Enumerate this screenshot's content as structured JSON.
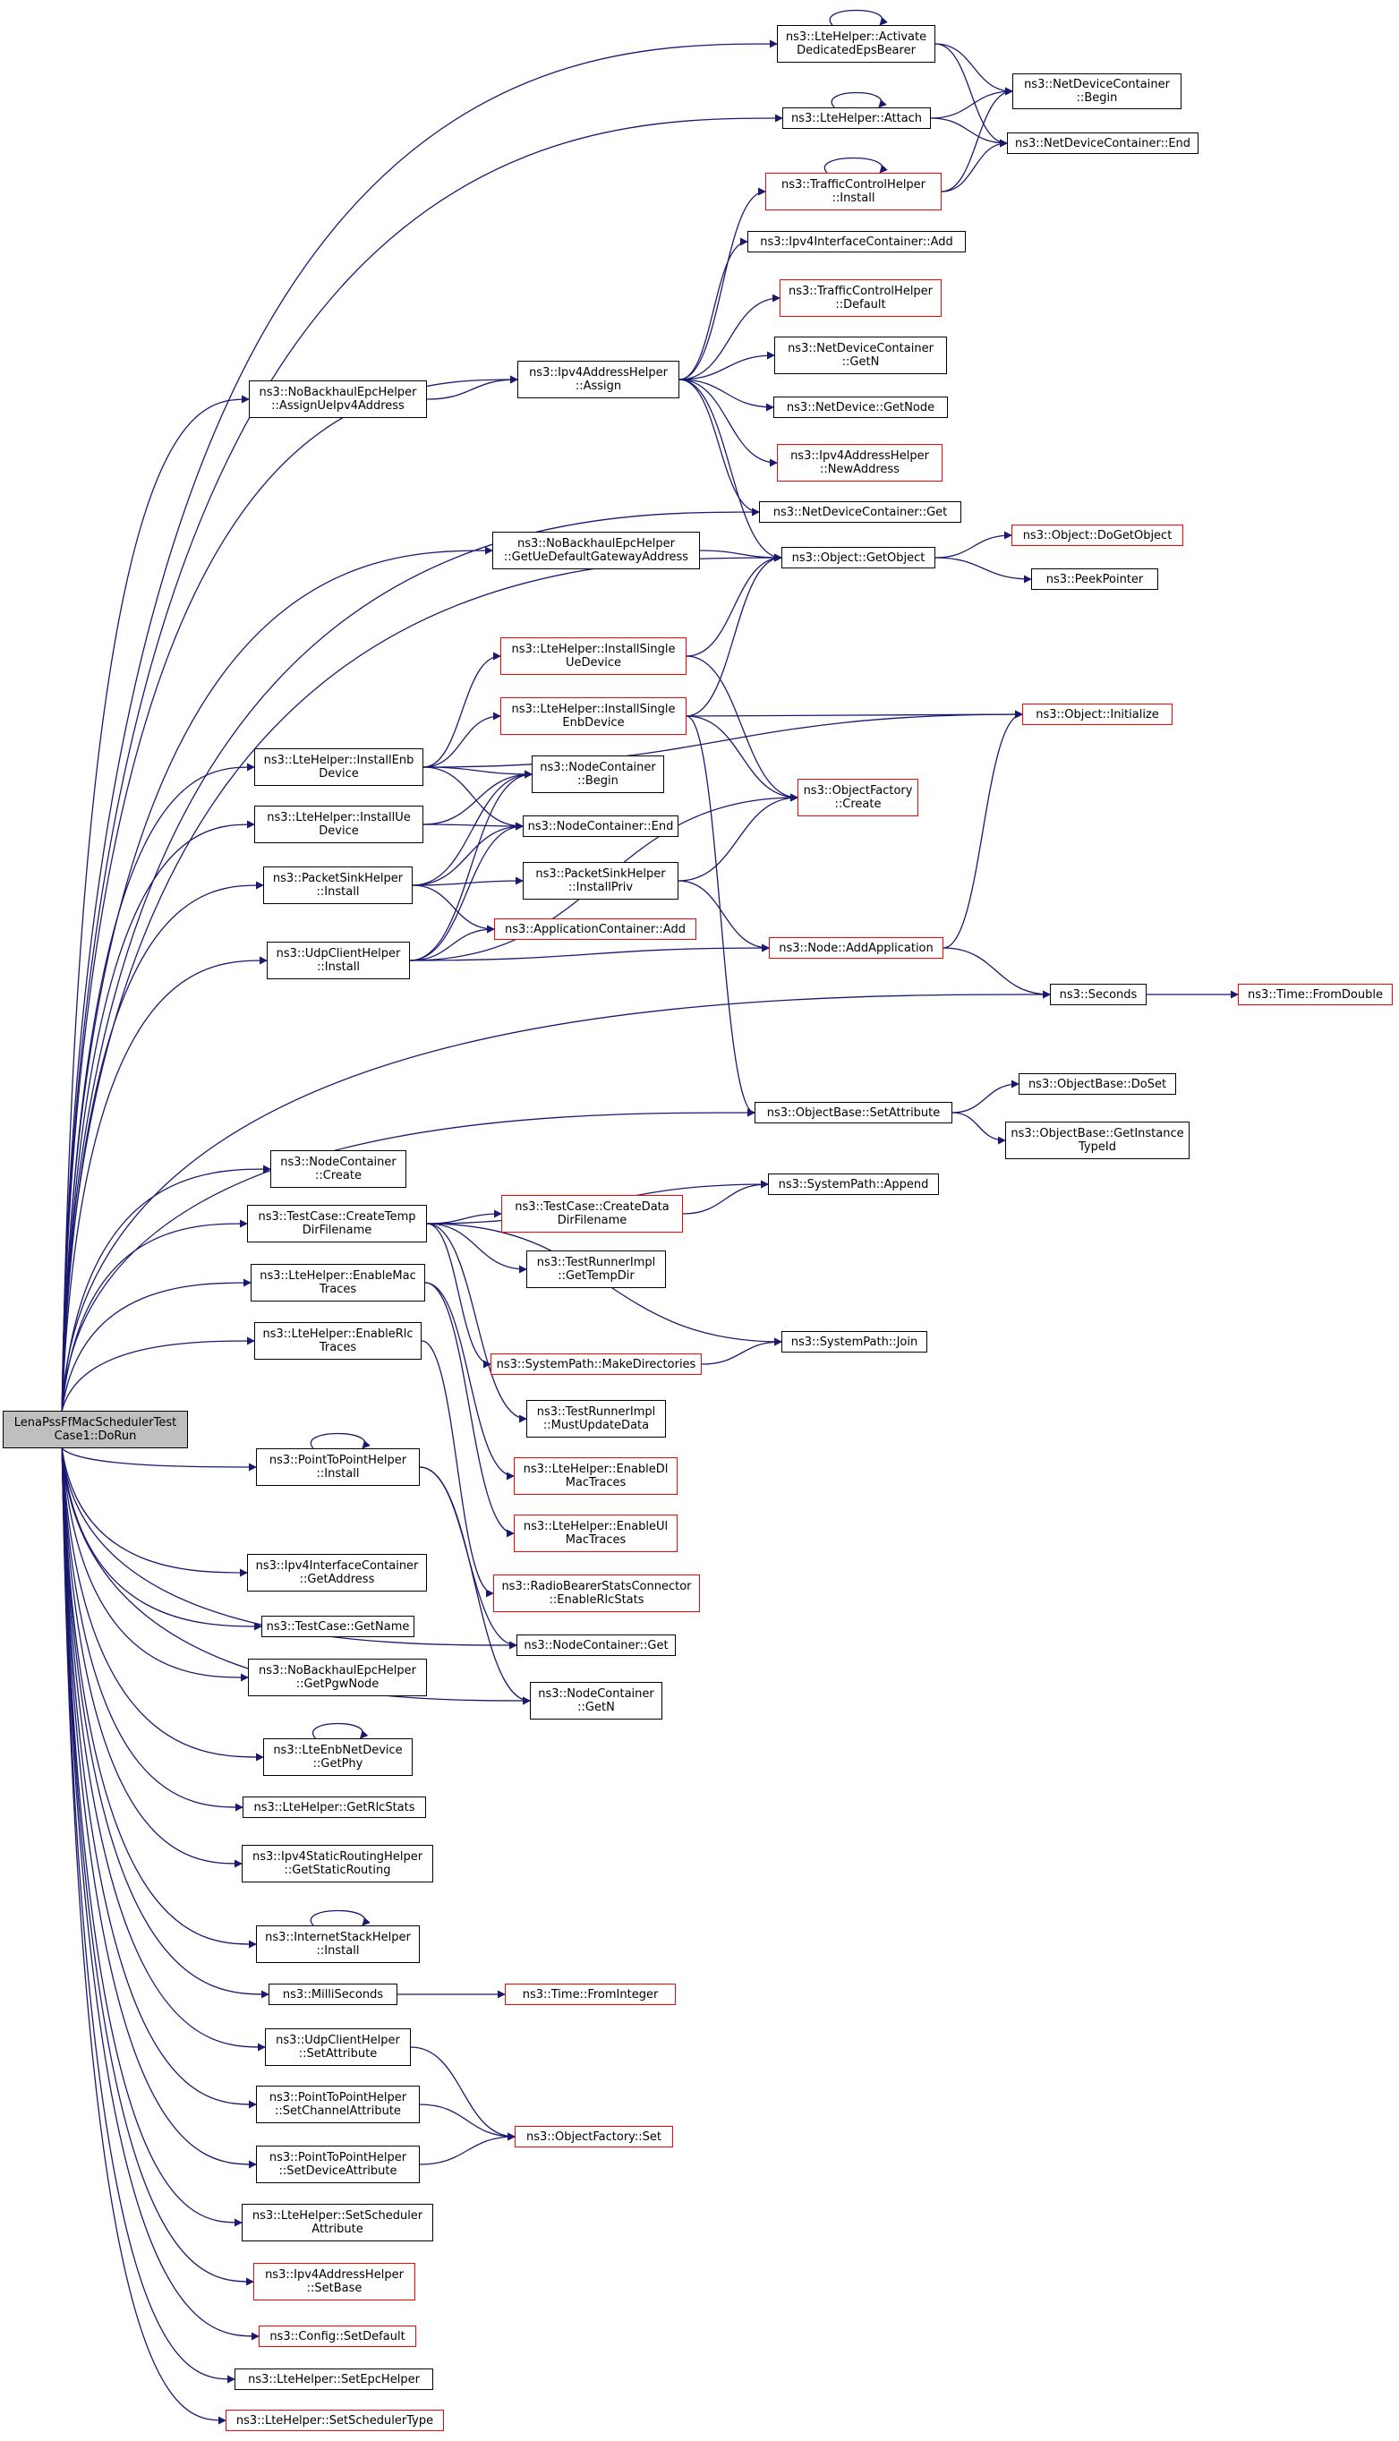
{
  "colors": {
    "edge": "#191970",
    "border": "#000000",
    "border_incomplete": "#ff0000",
    "root_fill": "#bfbfbf",
    "fill": "#ffffff"
  },
  "root": {
    "lines": [
      "LenaPssFfMacSchedulerTest",
      "Case1::DoRun"
    ]
  },
  "nodes": {
    "activate": {
      "lines": [
        "ns3::LteHelper::Activate",
        "DedicatedEpsBearer"
      ],
      "incomplete": false
    },
    "ndc_begin": {
      "lines": [
        "ns3::NetDeviceContainer",
        "::Begin"
      ],
      "incomplete": false
    },
    "lte_attach": {
      "lines": [
        "ns3::LteHelper::Attach"
      ],
      "incomplete": false
    },
    "ndc_end": {
      "lines": [
        "ns3::NetDeviceContainer::End"
      ],
      "incomplete": false
    },
    "tch_install": {
      "lines": [
        "ns3::TrafficControlHelper",
        "::Install"
      ],
      "incomplete": true
    },
    "ipv4ic_add": {
      "lines": [
        "ns3::Ipv4InterfaceContainer::Add"
      ],
      "incomplete": false
    },
    "tch_default": {
      "lines": [
        "ns3::TrafficControlHelper",
        "::Default"
      ],
      "incomplete": true
    },
    "ndc_getn": {
      "lines": [
        "ns3::NetDeviceContainer",
        "::GetN"
      ],
      "incomplete": false
    },
    "nobh_assign": {
      "lines": [
        "ns3::NoBackhaulEpcHelper",
        "::AssignUeIpv4Address"
      ],
      "incomplete": false
    },
    "ipv4ah_assign": {
      "lines": [
        "ns3::Ipv4AddressHelper",
        "::Assign"
      ],
      "incomplete": false
    },
    "nd_getnode": {
      "lines": [
        "ns3::NetDevice::GetNode"
      ],
      "incomplete": false
    },
    "ipv4ah_newaddr": {
      "lines": [
        "ns3::Ipv4AddressHelper",
        "::NewAddress"
      ],
      "incomplete": true
    },
    "ndc_get": {
      "lines": [
        "ns3::NetDeviceContainer::Get"
      ],
      "incomplete": false
    },
    "nobh_gateway": {
      "lines": [
        "ns3::NoBackhaulEpcHelper",
        "::GetUeDefaultGatewayAddress"
      ],
      "incomplete": false
    },
    "obj_getobject": {
      "lines": [
        "ns3::Object::GetObject"
      ],
      "incomplete": false
    },
    "obj_dogetobject": {
      "lines": [
        "ns3::Object::DoGetObject"
      ],
      "incomplete": true
    },
    "peekpointer": {
      "lines": [
        "ns3::PeekPointer"
      ],
      "incomplete": false
    },
    "lte_install_single_ue": {
      "lines": [
        "ns3::LteHelper::InstallSingle",
        "UeDevice"
      ],
      "incomplete": true
    },
    "lte_install_single_enb": {
      "lines": [
        "ns3::LteHelper::InstallSingle",
        "EnbDevice"
      ],
      "incomplete": true
    },
    "obj_initialize": {
      "lines": [
        "ns3::Object::Initialize"
      ],
      "incomplete": true
    },
    "lte_install_enb": {
      "lines": [
        "ns3::LteHelper::InstallEnb",
        "Device"
      ],
      "incomplete": false
    },
    "nc_begin": {
      "lines": [
        "ns3::NodeContainer",
        "::Begin"
      ],
      "incomplete": false
    },
    "objfactory_create": {
      "lines": [
        "ns3::ObjectFactory",
        "::Create"
      ],
      "incomplete": true
    },
    "lte_install_ue": {
      "lines": [
        "ns3::LteHelper::InstallUe",
        "Device"
      ],
      "incomplete": false
    },
    "nc_end": {
      "lines": [
        "ns3::NodeContainer::End"
      ],
      "incomplete": false
    },
    "psh_install": {
      "lines": [
        "ns3::PacketSinkHelper",
        "::Install"
      ],
      "incomplete": false
    },
    "psh_installpriv": {
      "lines": [
        "ns3::PacketSinkHelper",
        "::InstallPriv"
      ],
      "incomplete": false
    },
    "appc_add": {
      "lines": [
        "ns3::ApplicationContainer::Add"
      ],
      "incomplete": true
    },
    "node_addapp": {
      "lines": [
        "ns3::Node::AddApplication"
      ],
      "incomplete": true
    },
    "uch_install": {
      "lines": [
        "ns3::UdpClientHelper",
        "::Install"
      ],
      "incomplete": false
    },
    "seconds": {
      "lines": [
        "ns3::Seconds"
      ],
      "incomplete": false
    },
    "time_fromdouble": {
      "lines": [
        "ns3::Time::FromDouble"
      ],
      "incomplete": true
    },
    "objbase_doset": {
      "lines": [
        "ns3::ObjectBase::DoSet"
      ],
      "incomplete": false
    },
    "objbase_setattr": {
      "lines": [
        "ns3::ObjectBase::SetAttribute"
      ],
      "incomplete": false
    },
    "objbase_getinst": {
      "lines": [
        "ns3::ObjectBase::GetInstance",
        "TypeId"
      ],
      "incomplete": false
    },
    "nc_create": {
      "lines": [
        "ns3::NodeContainer",
        "::Create"
      ],
      "incomplete": false
    },
    "tc_createtemp": {
      "lines": [
        "ns3::TestCase::CreateTemp",
        "DirFilename"
      ],
      "incomplete": false
    },
    "sp_append": {
      "lines": [
        "ns3::SystemPath::Append"
      ],
      "incomplete": false
    },
    "tc_createdata": {
      "lines": [
        "ns3::TestCase::CreateData",
        "DirFilename"
      ],
      "incomplete": true
    },
    "lte_enablemac": {
      "lines": [
        "ns3::LteHelper::EnableMac",
        "Traces"
      ],
      "incomplete": false
    },
    "tri_gettempdir": {
      "lines": [
        "ns3::TestRunnerImpl",
        "::GetTempDir"
      ],
      "incomplete": false
    },
    "lte_enablerlc": {
      "lines": [
        "ns3::LteHelper::EnableRlc",
        "Traces"
      ],
      "incomplete": false
    },
    "sp_join": {
      "lines": [
        "ns3::SystemPath::Join"
      ],
      "incomplete": false
    },
    "sp_makedirs": {
      "lines": [
        "ns3::SystemPath::MakeDirectories"
      ],
      "incomplete": true
    },
    "tri_mustupdate": {
      "lines": [
        "ns3::TestRunnerImpl",
        "::MustUpdateData"
      ],
      "incomplete": false
    },
    "p2p_install": {
      "lines": [
        "ns3::PointToPointHelper",
        "::Install"
      ],
      "incomplete": false
    },
    "lte_enabledl": {
      "lines": [
        "ns3::LteHelper::EnableDl",
        "MacTraces"
      ],
      "incomplete": true
    },
    "lte_enableul": {
      "lines": [
        "ns3::LteHelper::EnableUl",
        "MacTraces"
      ],
      "incomplete": true
    },
    "ipv4ic_getaddr": {
      "lines": [
        "ns3::Ipv4InterfaceContainer",
        "::GetAddress"
      ],
      "incomplete": false
    },
    "rbsc_enablerlc": {
      "lines": [
        "ns3::RadioBearerStatsConnector",
        "::EnableRlcStats"
      ],
      "incomplete": true
    },
    "tc_getname": {
      "lines": [
        "ns3::TestCase::GetName"
      ],
      "incomplete": false
    },
    "nc_get": {
      "lines": [
        "ns3::NodeContainer::Get"
      ],
      "incomplete": false
    },
    "nobh_getpgw": {
      "lines": [
        "ns3::NoBackhaulEpcHelper",
        "::GetPgwNode"
      ],
      "incomplete": false
    },
    "nc_getn": {
      "lines": [
        "ns3::NodeContainer",
        "::GetN"
      ],
      "incomplete": false
    },
    "enb_getphy": {
      "lines": [
        "ns3::LteEnbNetDevice",
        "::GetPhy"
      ],
      "incomplete": false
    },
    "lte_getrlcstats": {
      "lines": [
        "ns3::LteHelper::GetRlcStats"
      ],
      "incomplete": false
    },
    "ipv4srh_getstatic": {
      "lines": [
        "ns3::Ipv4StaticRoutingHelper",
        "::GetStaticRouting"
      ],
      "incomplete": false
    },
    "ish_install": {
      "lines": [
        "ns3::InternetStackHelper",
        "::Install"
      ],
      "incomplete": false
    },
    "milliseconds": {
      "lines": [
        "ns3::MilliSeconds"
      ],
      "incomplete": false
    },
    "time_frominteger": {
      "lines": [
        "ns3::Time::FromInteger"
      ],
      "incomplete": true
    },
    "uch_setattr": {
      "lines": [
        "ns3::UdpClientHelper",
        "::SetAttribute"
      ],
      "incomplete": false
    },
    "p2p_setchannel": {
      "lines": [
        "ns3::PointToPointHelper",
        "::SetChannelAttribute"
      ],
      "incomplete": false
    },
    "objfactory_set": {
      "lines": [
        "ns3::ObjectFactory::Set"
      ],
      "incomplete": true
    },
    "p2p_setdevice": {
      "lines": [
        "ns3::PointToPointHelper",
        "::SetDeviceAttribute"
      ],
      "incomplete": false
    },
    "lte_setsched_attr": {
      "lines": [
        "ns3::LteHelper::SetScheduler",
        "Attribute"
      ],
      "incomplete": false
    },
    "ipv4ah_setbase": {
      "lines": [
        "ns3::Ipv4AddressHelper",
        "::SetBase"
      ],
      "incomplete": true
    },
    "config_setdefault": {
      "lines": [
        "ns3::Config::SetDefault"
      ],
      "incomplete": true
    },
    "lte_setepc": {
      "lines": [
        "ns3::LteHelper::SetEpcHelper"
      ],
      "incomplete": false
    },
    "lte_setsched_type": {
      "lines": [
        "ns3::LteHelper::SetSchedulerType"
      ],
      "incomplete": true
    }
  },
  "edges": [
    [
      "root",
      "activate"
    ],
    [
      "root",
      "lte_attach"
    ],
    [
      "root",
      "nobh_assign"
    ],
    [
      "root",
      "ndc_get"
    ],
    [
      "root",
      "nobh_gateway"
    ],
    [
      "root",
      "obj_getobject"
    ],
    [
      "root",
      "lte_install_enb"
    ],
    [
      "root",
      "lte_install_ue"
    ],
    [
      "root",
      "psh_install"
    ],
    [
      "root",
      "uch_install"
    ],
    [
      "root",
      "seconds"
    ],
    [
      "root",
      "objbase_setattr"
    ],
    [
      "root",
      "nc_create"
    ],
    [
      "root",
      "tc_createtemp"
    ],
    [
      "root",
      "lte_enablemac"
    ],
    [
      "root",
      "lte_enablerlc"
    ],
    [
      "root",
      "p2p_install"
    ],
    [
      "root",
      "ipv4ic_getaddr"
    ],
    [
      "root",
      "tc_getname"
    ],
    [
      "root",
      "nc_get"
    ],
    [
      "root",
      "nobh_getpgw"
    ],
    [
      "root",
      "nc_getn"
    ],
    [
      "root",
      "enb_getphy"
    ],
    [
      "root",
      "lte_getrlcstats"
    ],
    [
      "root",
      "ipv4srh_getstatic"
    ],
    [
      "root",
      "ish_install"
    ],
    [
      "root",
      "milliseconds"
    ],
    [
      "root",
      "uch_setattr"
    ],
    [
      "root",
      "p2p_setchannel"
    ],
    [
      "root",
      "p2p_setdevice"
    ],
    [
      "root",
      "lte_setsched_attr"
    ],
    [
      "root",
      "ipv4ah_setbase"
    ],
    [
      "root",
      "config_setdefault"
    ],
    [
      "root",
      "lte_setepc"
    ],
    [
      "root",
      "lte_setsched_type"
    ],
    [
      "root",
      "ipv4ah_assign"
    ],
    [
      "activate",
      "activate"
    ],
    [
      "activate",
      "ndc_begin"
    ],
    [
      "activate",
      "ndc_end"
    ],
    [
      "lte_attach",
      "lte_attach"
    ],
    [
      "lte_attach",
      "ndc_begin"
    ],
    [
      "lte_attach",
      "ndc_end"
    ],
    [
      "tch_install",
      "tch_install"
    ],
    [
      "tch_install",
      "ndc_begin"
    ],
    [
      "tch_install",
      "ndc_end"
    ],
    [
      "ipv4ah_assign",
      "tch_install"
    ],
    [
      "ipv4ah_assign",
      "ipv4ic_add"
    ],
    [
      "ipv4ah_assign",
      "tch_default"
    ],
    [
      "ipv4ah_assign",
      "ndc_getn"
    ],
    [
      "ipv4ah_assign",
      "nd_getnode"
    ],
    [
      "ipv4ah_assign",
      "ipv4ah_newaddr"
    ],
    [
      "ipv4ah_assign",
      "ndc_get"
    ],
    [
      "ipv4ah_assign",
      "obj_getobject"
    ],
    [
      "nobh_assign",
      "ipv4ah_assign"
    ],
    [
      "nobh_gateway",
      "obj_getobject"
    ],
    [
      "obj_getobject",
      "obj_dogetobject"
    ],
    [
      "obj_getobject",
      "peekpointer"
    ],
    [
      "lte_install_single_ue",
      "obj_getobject"
    ],
    [
      "lte_install_single_ue",
      "objfactory_create"
    ],
    [
      "lte_install_single_enb",
      "obj_getobject"
    ],
    [
      "lte_install_single_enb",
      "obj_initialize"
    ],
    [
      "lte_install_single_enb",
      "objfactory_create"
    ],
    [
      "lte_install_single_enb",
      "objbase_setattr"
    ],
    [
      "lte_install_enb",
      "lte_install_single_ue"
    ],
    [
      "lte_install_enb",
      "lte_install_single_enb"
    ],
    [
      "lte_install_enb",
      "nc_begin"
    ],
    [
      "lte_install_enb",
      "nc_end"
    ],
    [
      "lte_install_enb",
      "obj_initialize"
    ],
    [
      "lte_install_ue",
      "nc_begin"
    ],
    [
      "lte_install_ue",
      "nc_end"
    ],
    [
      "psh_install",
      "nc_begin"
    ],
    [
      "psh_install",
      "nc_end"
    ],
    [
      "psh_install",
      "psh_installpriv"
    ],
    [
      "psh_install",
      "appc_add"
    ],
    [
      "psh_installpriv",
      "objfactory_create"
    ],
    [
      "psh_installpriv",
      "node_addapp"
    ],
    [
      "uch_install",
      "nc_begin"
    ],
    [
      "uch_install",
      "nc_end"
    ],
    [
      "uch_install",
      "appc_add"
    ],
    [
      "uch_install",
      "objfactory_create"
    ],
    [
      "uch_install",
      "node_addapp"
    ],
    [
      "node_addapp",
      "obj_initialize"
    ],
    [
      "node_addapp",
      "seconds"
    ],
    [
      "seconds",
      "time_fromdouble"
    ],
    [
      "objbase_setattr",
      "objbase_doset"
    ],
    [
      "objbase_setattr",
      "objbase_getinst"
    ],
    [
      "tc_createtemp",
      "sp_append"
    ],
    [
      "tc_createtemp",
      "tc_createdata"
    ],
    [
      "tc_createtemp",
      "tri_gettempdir"
    ],
    [
      "tc_createtemp",
      "sp_join"
    ],
    [
      "tc_createtemp",
      "sp_makedirs"
    ],
    [
      "tc_createtemp",
      "tri_mustupdate"
    ],
    [
      "tc_createdata",
      "sp_append"
    ],
    [
      "sp_makedirs",
      "sp_join"
    ],
    [
      "lte_enablemac",
      "lte_enabledl"
    ],
    [
      "lte_enablemac",
      "lte_enableul"
    ],
    [
      "lte_enablerlc",
      "rbsc_enablerlc"
    ],
    [
      "p2p_install",
      "p2p_install"
    ],
    [
      "p2p_install",
      "nc_get"
    ],
    [
      "p2p_install",
      "nc_getn"
    ],
    [
      "enb_getphy",
      "enb_getphy"
    ],
    [
      "ish_install",
      "ish_install"
    ],
    [
      "milliseconds",
      "time_frominteger"
    ],
    [
      "uch_setattr",
      "objfactory_set"
    ],
    [
      "p2p_setchannel",
      "objfactory_set"
    ],
    [
      "p2p_setdevice",
      "objfactory_set"
    ]
  ]
}
